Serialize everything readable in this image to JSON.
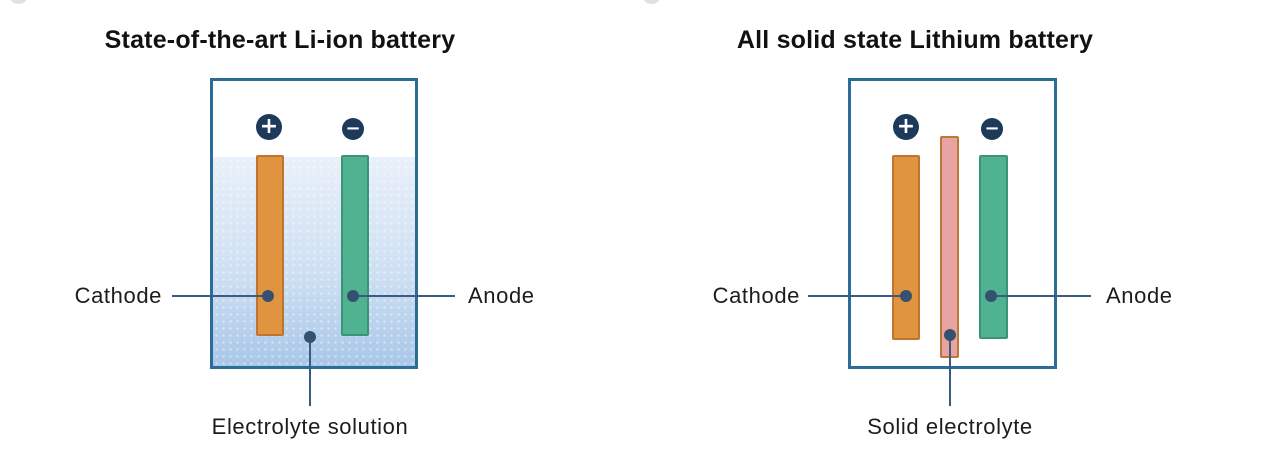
{
  "left": {
    "title": "State-of-the-art Li-ion battery",
    "plus": "+",
    "minus": "−",
    "cathode_label": "Cathode",
    "anode_label": "Anode",
    "electrolyte_label": "Electrolyte solution"
  },
  "right": {
    "title": "All solid state Lithium battery",
    "plus": "+",
    "minus": "−",
    "cathode_label": "Cathode",
    "anode_label": "Anode",
    "electrolyte_label": "Solid electrolyte"
  },
  "colors": {
    "container_border": "#2b6d97",
    "cathode_fill": "#e0943f",
    "cathode_border": "#be7530",
    "anode_fill": "#4fb392",
    "anode_border": "#3c9478",
    "solid_electrolyte_fill": "#e8a3a3",
    "solid_electrolyte_border": "#ba7a33",
    "liquid_gradient_top": "#e9f0f9",
    "liquid_gradient_bottom": "#a9c7e8",
    "terminal_circle": "#1e3a5a",
    "callout_line": "#3a5c80",
    "text": "#1c1c1c"
  }
}
